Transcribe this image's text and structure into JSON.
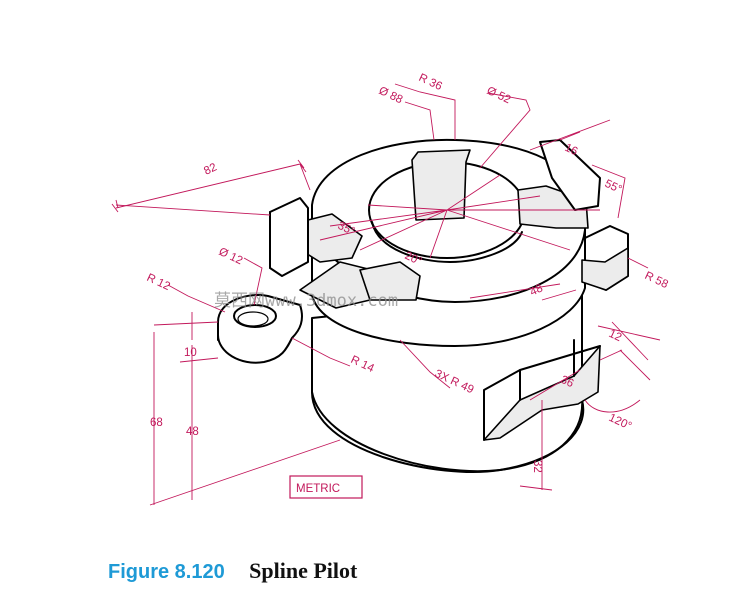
{
  "caption": {
    "number": "Figure 8.120",
    "title": "Spline Pilot"
  },
  "note": "METRIC",
  "watermark": "莫西网www.3dmox.com",
  "dimensions": {
    "d88": "Ø 88",
    "r36": "R 36",
    "d52": "Ø 52",
    "d16": "16",
    "a55": "55°",
    "d82": "82",
    "a35": "35°",
    "a20": "20°",
    "d12": "Ø 12",
    "r12": "R 12",
    "d48a": "48",
    "r58": "R 58",
    "d10": "10",
    "d68": "68",
    "d48b": "48",
    "r14": "R 14",
    "r49": "3X R 49",
    "d12b": "12",
    "d36": "36",
    "a120": "120°",
    "d32": "32"
  },
  "colors": {
    "dimension": "#c2185b",
    "caption_number": "#1e9ad6"
  }
}
